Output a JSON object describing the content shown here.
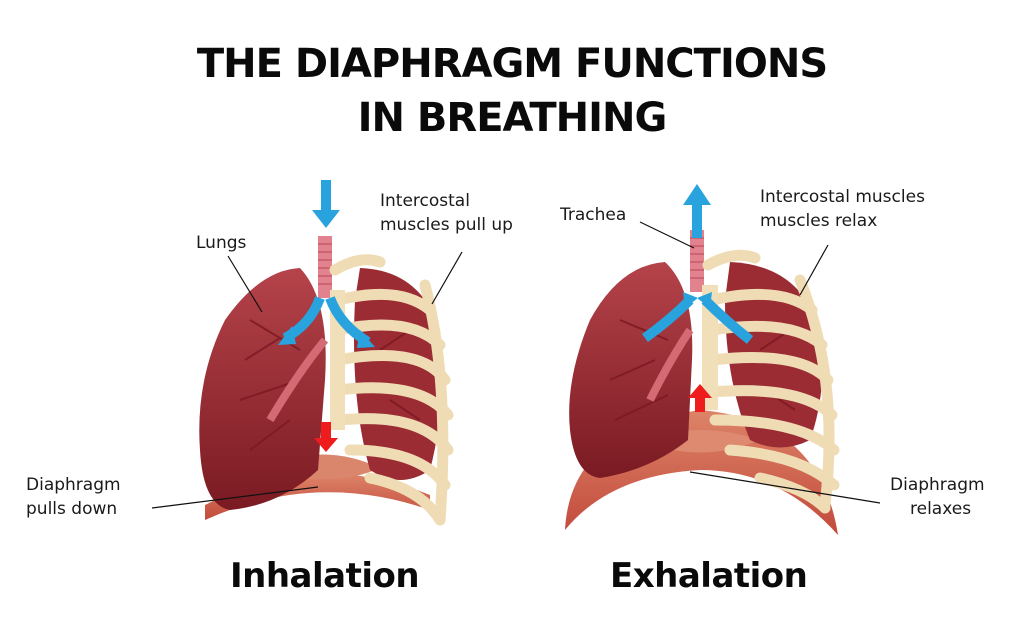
{
  "title": {
    "line1": "THE DIAPHRAGM FUNCTIONS",
    "line2": "IN BREATHING"
  },
  "panels": [
    {
      "caption": "Inhalation",
      "labels": {
        "lungs": "Lungs",
        "intercostal_line1": "Intercostal",
        "intercostal_line2": "muscles pull up",
        "diaphragm_line1": "Diaphragm",
        "diaphragm_line2": "pulls down"
      },
      "air_arrow": "down",
      "diaphragm_arrow": "down"
    },
    {
      "caption": "Exhalation",
      "labels": {
        "trachea": "Trachea",
        "intercostal_line1": "Intercostal muscles",
        "intercostal_line2": "muscles relax",
        "diaphragm_line1": "Diaphragm",
        "diaphragm_line2": "relaxes"
      },
      "air_arrow": "up",
      "diaphragm_arrow": "up"
    }
  ],
  "colors": {
    "lung": "#a8333a",
    "lung_dark": "#7a1a22",
    "diaphragm": "#d9705a",
    "bone": "#f1dfba",
    "trachea": "#e3828f",
    "air_arrow": "#29a3dd",
    "diaphragm_arrow": "#ee1c1c"
  }
}
